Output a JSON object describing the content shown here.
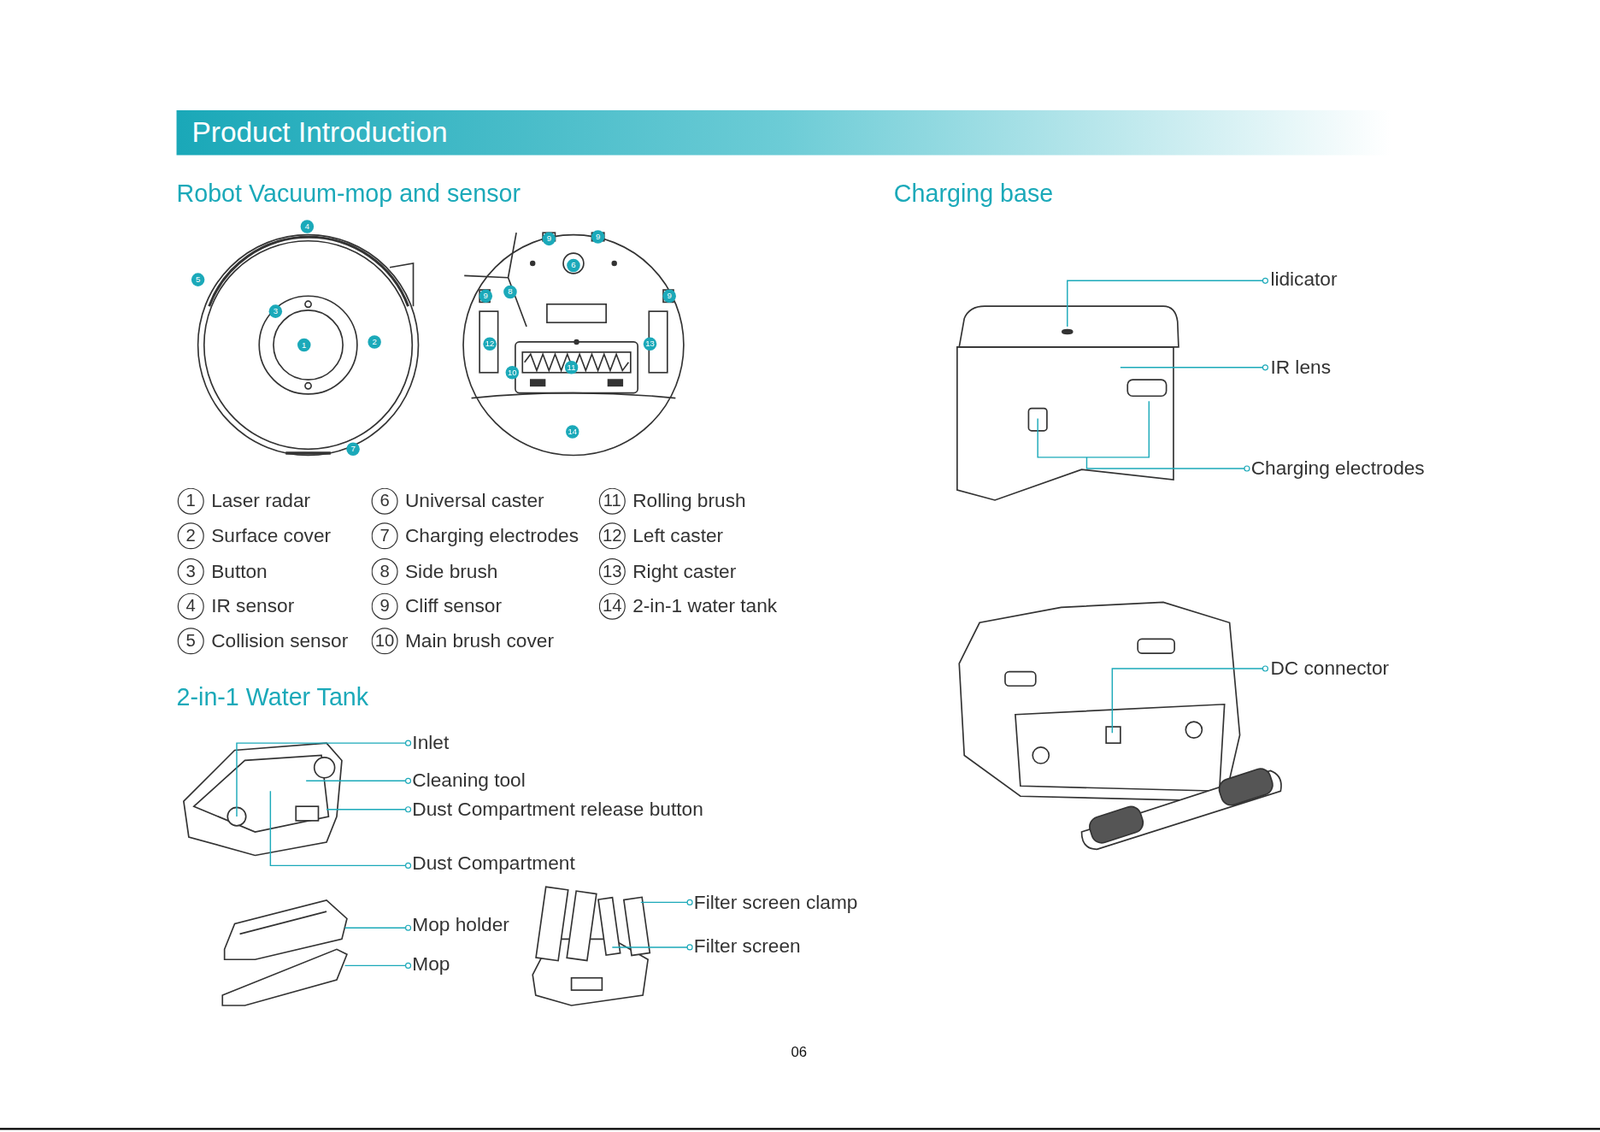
{
  "diagram": {
    "title": "Product Introduction",
    "labels": [
      "Robot Vacuum-mop and sensor",
      "Charging base",
      "1",
      "Laser radar",
      "2",
      "Surface cover",
      "3",
      "Button",
      "4",
      "IR sensor",
      "5",
      "Collision sensor",
      "6",
      "Universal caster",
      "7",
      "Charging electrodes",
      "8",
      "Side brush",
      "9",
      "Cliff sensor",
      "10",
      "Main brush cover",
      "11",
      "Rolling brush",
      "12",
      "Left caster",
      "13",
      "Right caster",
      "14",
      "2-in-1 water tank",
      "2-in-1 Water Tank",
      "Inlet",
      "Cleaning tool",
      "Dust Compartment release button",
      "Dust Compartment",
      "Mop holder",
      "Mop",
      "Filter screen clamp",
      "Filter screen",
      "lidicator",
      "IR lens",
      "Charging electrodes",
      "DC connector",
      "4",
      "5",
      "3",
      "1",
      "2",
      "7",
      "9",
      "9",
      "6",
      "9",
      "8",
      "9",
      "12",
      "13",
      "10",
      "11",
      "14",
      "06"
    ]
  }
}
